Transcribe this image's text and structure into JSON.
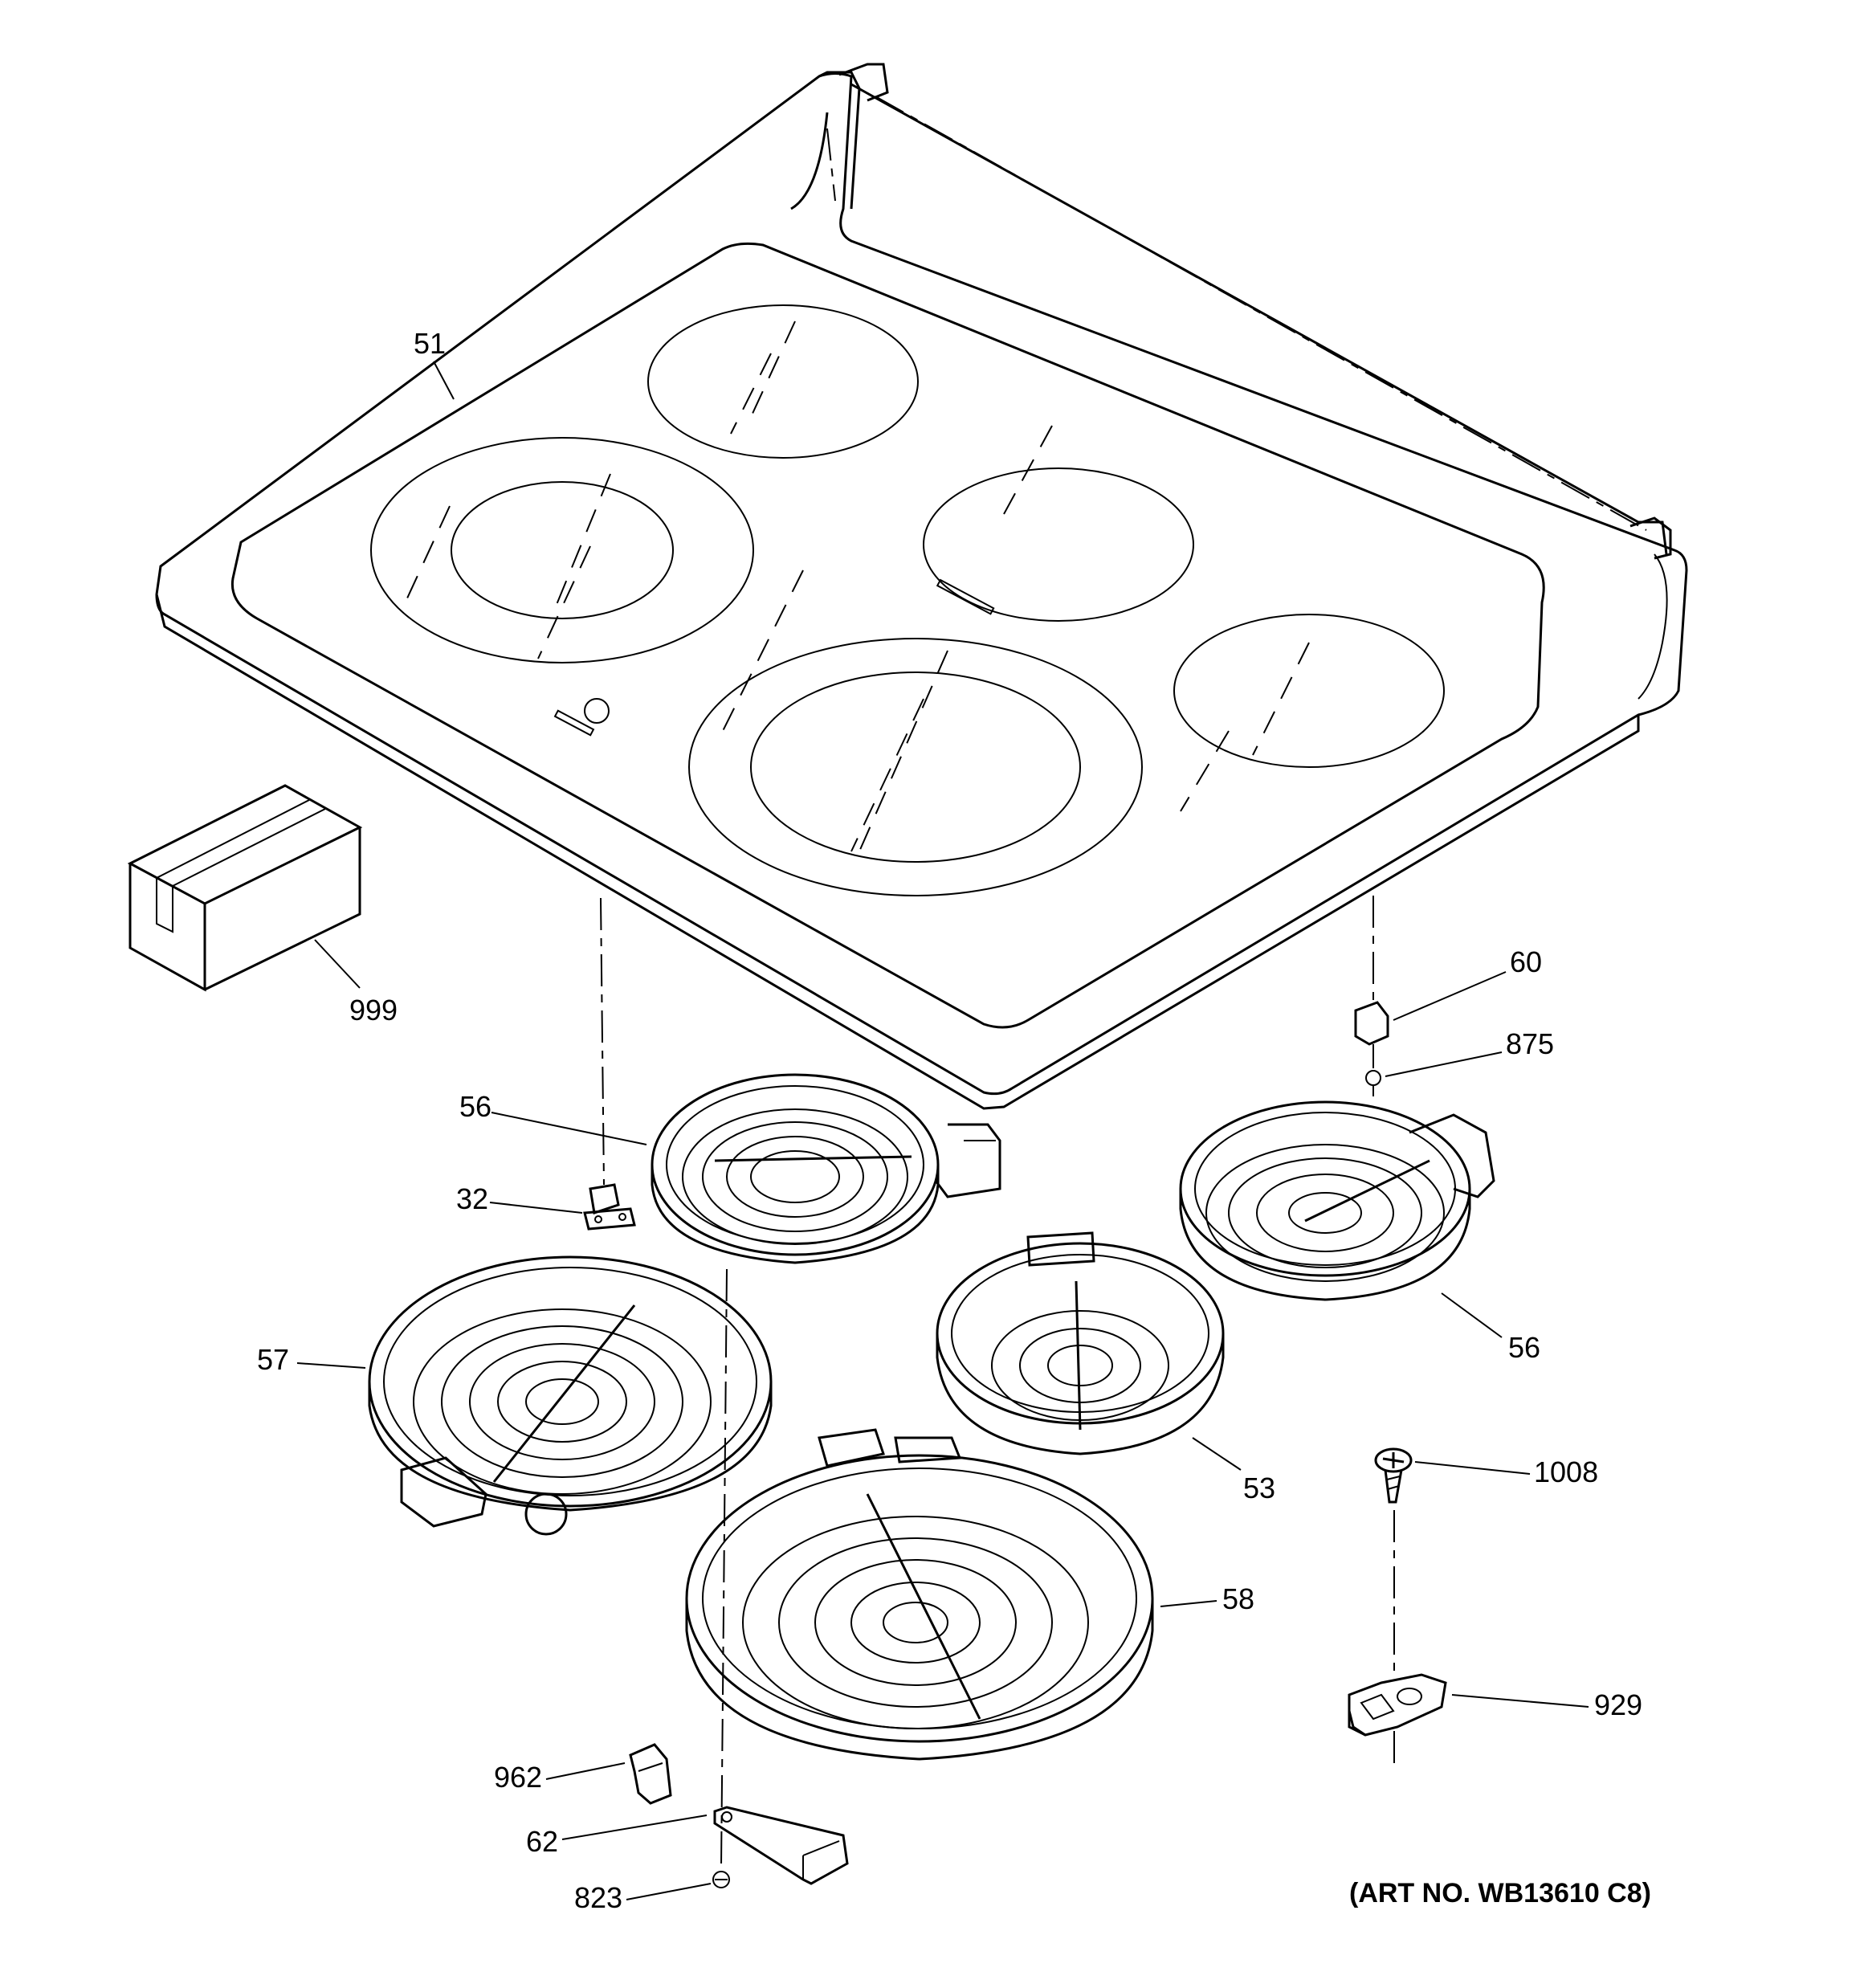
{
  "callouts": [
    {
      "id": "51"
    },
    {
      "id": "999"
    },
    {
      "id": "60"
    },
    {
      "id": "875"
    },
    {
      "id": "56a",
      "text": "56"
    },
    {
      "id": "32"
    },
    {
      "id": "57"
    },
    {
      "id": "56b",
      "text": "56"
    },
    {
      "id": "53"
    },
    {
      "id": "1008"
    },
    {
      "id": "58"
    },
    {
      "id": "929"
    },
    {
      "id": "962"
    },
    {
      "id": "62"
    },
    {
      "id": "823"
    }
  ],
  "labels": {
    "c51": "51",
    "c999": "999",
    "c60": "60",
    "c875": "875",
    "c56a": "56",
    "c32": "32",
    "c57": "57",
    "c56b": "56",
    "c53": "53",
    "c1008": "1008",
    "c58": "58",
    "c929": "929",
    "c962": "962",
    "c62": "62",
    "c823": "823"
  },
  "art_number": "(ART NO. WB13610 C8)"
}
